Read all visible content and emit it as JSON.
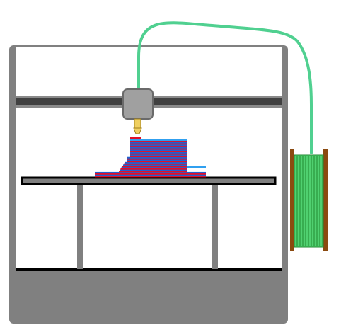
{
  "scene": {
    "subject": "3d-printer-printing",
    "colors": {
      "frame": "#808080",
      "frame_interior": "#ffffff",
      "gantry_rail": "#404040",
      "print_head": "#a0a0a0",
      "print_head_border": "#6a6a6a",
      "nozzle": "#f0d060",
      "nozzle_border": "#a08020",
      "bed": "#808080",
      "bed_border": "#000000",
      "print_layer_red": "#e0102a",
      "print_layer_blue": "#2060d0",
      "print_top_highlight": "#30a0f0",
      "filament": "#50d090",
      "spool_body": "#50d070",
      "spool_stripe": "#208a30",
      "spool_flange": "#8b4a10"
    },
    "print_job": {
      "layers_printed": 30,
      "layer_pattern": [
        "red",
        "blue"
      ]
    },
    "icons": {
      "print_head": "extruder-head-icon",
      "nozzle": "hotend-nozzle-icon",
      "spool": "filament-spool-icon"
    }
  }
}
